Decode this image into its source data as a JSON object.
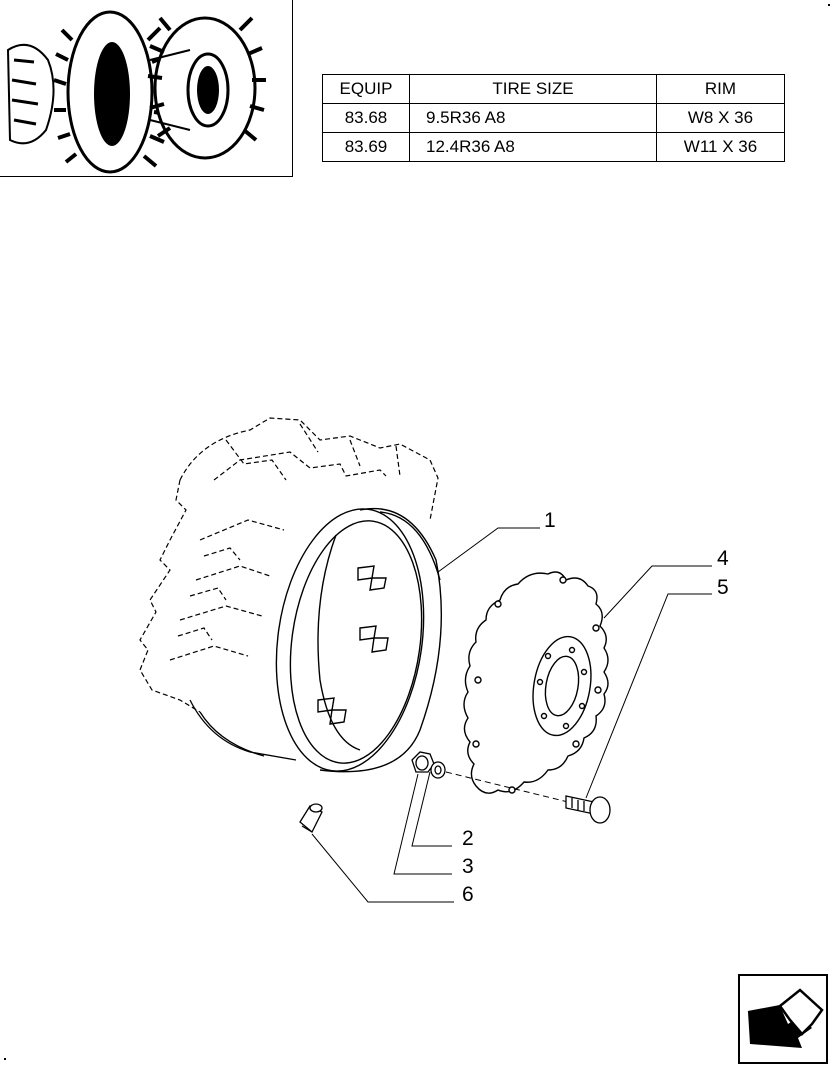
{
  "spec_table": {
    "headers": [
      "EQUIP",
      "TIRE SIZE",
      "RIM"
    ],
    "rows": [
      {
        "equip": "83.68",
        "tire_size": "9.5R36 A8",
        "rim": "W8 X 36"
      },
      {
        "equip": "83.69",
        "tire_size": "12.4R36 A8",
        "rim": "W11 X 36"
      }
    ]
  },
  "callouts": {
    "c1": "1",
    "c2": "2",
    "c3": "3",
    "c4": "4",
    "c5": "5",
    "c6": "6"
  },
  "icons": {
    "thumbnail": "dual-tractor-wheels-thumbnail",
    "drawing": "exploded-wheel-assembly-drawing",
    "next": "next-page-arrow-icon"
  }
}
